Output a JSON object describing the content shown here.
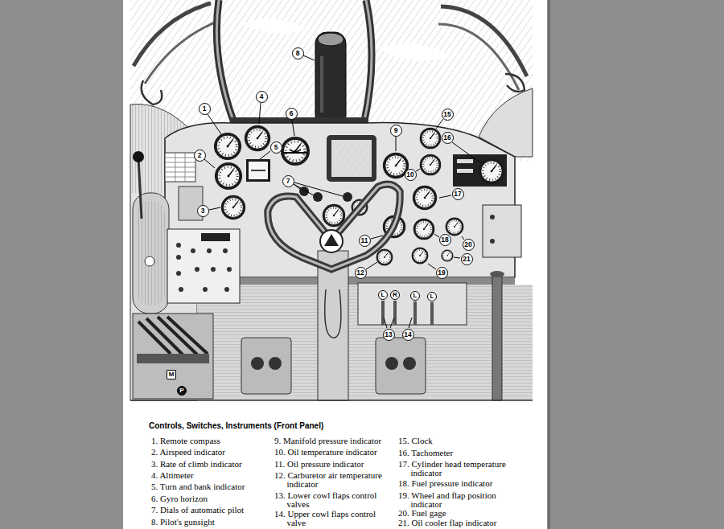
{
  "diagram": {
    "title": "Controls, Switches, Instruments (Front Panel)",
    "labels": [
      "1",
      "2",
      "3",
      "4",
      "5",
      "6",
      "7",
      "8",
      "9",
      "10",
      "11",
      "12",
      "13",
      "14",
      "15",
      "16",
      "17",
      "18",
      "19",
      "20",
      "21",
      "L",
      "R",
      "L",
      "L",
      "M",
      "P",
      "1. Remote compass",
      "2. Airspeed indicator",
      "3. Rate of climb indicator",
      "4. Altimeter",
      "5. Turn and bank indicator",
      "6. Gyro horizon",
      "7. Dials of automatic pilot",
      "8. Pilot's gunsight",
      "9. Manifold pressure indicator",
      "10. Oil temperature indicator",
      "11. Oil pressure indicator",
      "12. Carburetor air temperature indicator",
      "13. Lower cowl flaps control valves",
      "14. Upper cowl flaps control valve",
      "15. Clock",
      "16. Tachometer",
      "17. Cylinder head temperature indicator",
      "18. Fuel pressure indicator",
      "19. Wheel and flap position indicator",
      "20. Fuel gage",
      "21. Oil cooler flap indicator"
    ]
  }
}
